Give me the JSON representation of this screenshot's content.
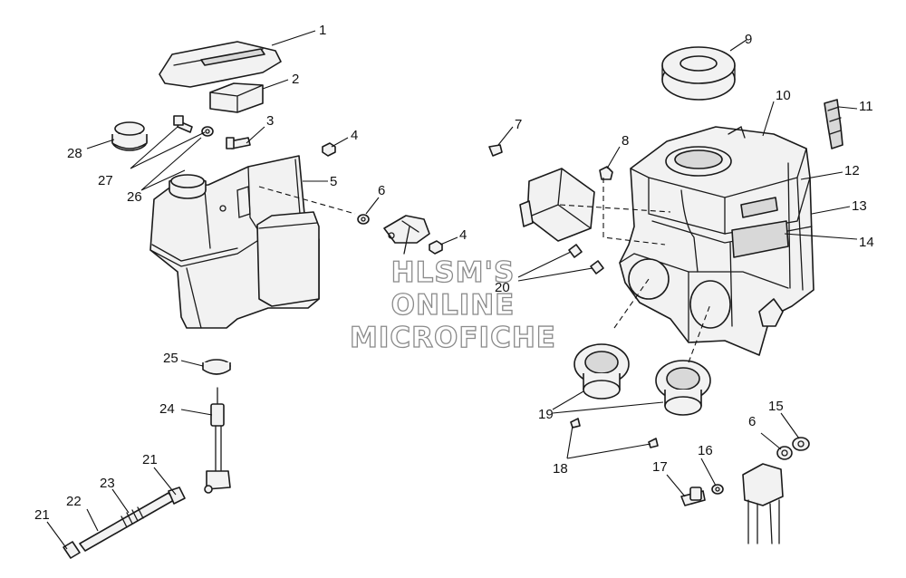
{
  "watermark": {
    "line1": "HLSM'S",
    "line2": "ONLINE",
    "line3": "MICROFICHE"
  },
  "callouts": [
    "1",
    "2",
    "3",
    "4",
    "5",
    "6",
    "4",
    "7",
    "8",
    "9",
    "10",
    "11",
    "12",
    "13",
    "14",
    "20",
    "25",
    "24",
    "21",
    "22",
    "23",
    "21",
    "19",
    "18",
    "17",
    "16",
    "6",
    "15",
    "28",
    "27",
    "26"
  ]
}
